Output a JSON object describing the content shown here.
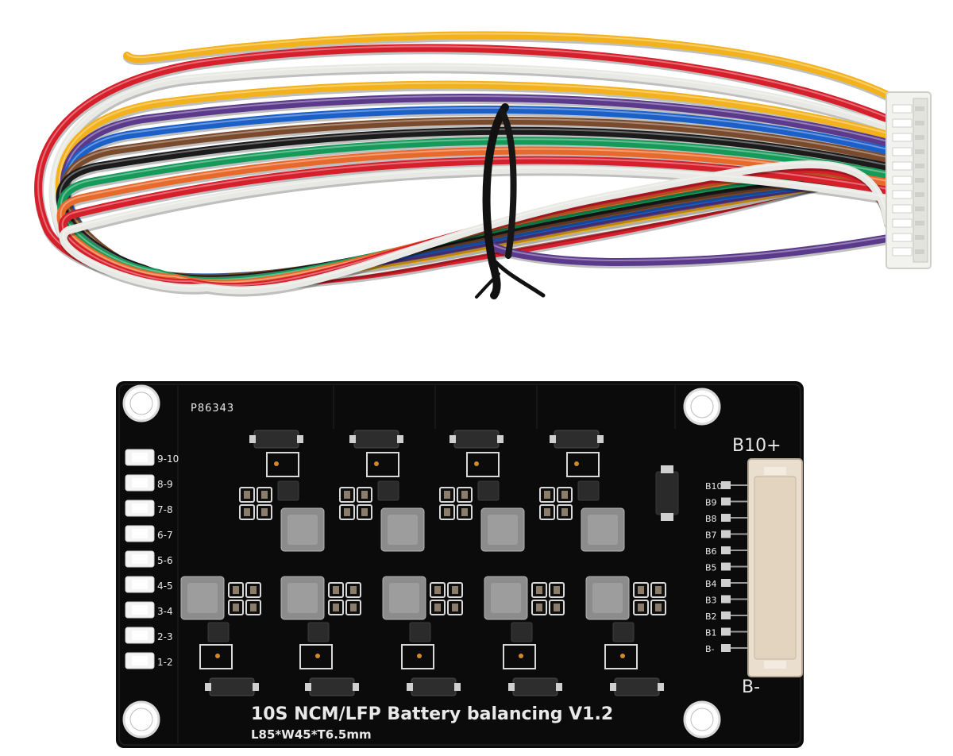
{
  "board": {
    "code": "P86343",
    "pos_label": "B10+",
    "neg_label": "B-",
    "title": "10S NCM/LFP Battery balancing V1.2",
    "dimensions": "L85*W45*T6.5mm",
    "led_labels": [
      "9-10",
      "8-9",
      "7-8",
      "6-7",
      "5-6",
      "4-5",
      "3-4",
      "2-3",
      "1-2"
    ],
    "pin_labels": [
      "B10",
      "B9",
      "B8",
      "B7",
      "B6",
      "B5",
      "B4",
      "B3",
      "B2",
      "B1",
      "B-"
    ]
  },
  "colors": {
    "pcb": "#0b0b0b",
    "silkscreen": "#e9e9e9",
    "connector": "#eadfcf"
  },
  "cable": {
    "wire_colors": [
      "#d61f2b",
      "#e8e8e4",
      "#f3b21b",
      "#5b3a8c",
      "#1b5fc9",
      "#7a4a2c",
      "#1b1b1b",
      "#169a5a",
      "#e86a2b"
    ]
  }
}
